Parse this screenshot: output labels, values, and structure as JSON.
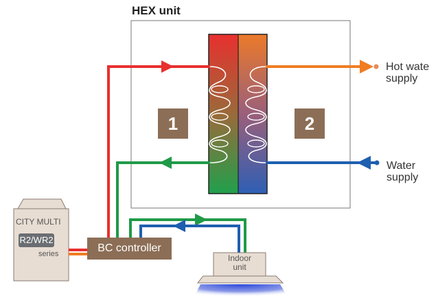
{
  "hex_unit": {
    "title": "HEX unit",
    "circuit_1": "1",
    "circuit_2": "2"
  },
  "outputs": {
    "hot_water": {
      "line1": "Hot wate",
      "line2": "supply"
    },
    "water": {
      "line1": "Water",
      "line2": "supply"
    }
  },
  "outdoor_unit": {
    "brand": "CITY MULTI",
    "model": "R2/WR2",
    "series": "series"
  },
  "bc_controller": {
    "label": "BC controller"
  },
  "indoor_unit": {
    "line1": "Indoor",
    "line2": "unit"
  },
  "colors": {
    "hot_refrigerant": "#e8302f",
    "cool_refrigerant": "#1f9a48",
    "hot_water": "#f07d22",
    "cold_water": "#1e5fb0",
    "label_box": "#8c6e56"
  }
}
